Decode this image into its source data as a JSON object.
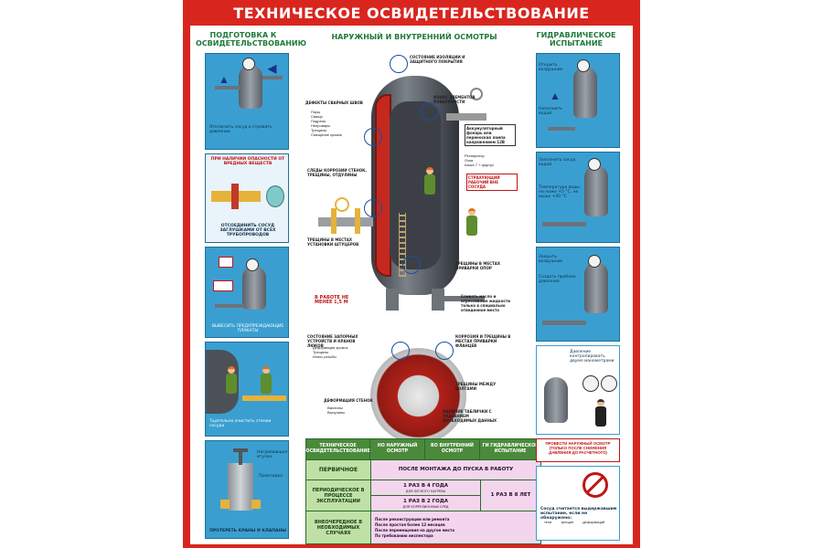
{
  "title": "ТЕХНИЧЕСКОЕ ОСВИДЕТЕЛЬСТВОВАНИЕ",
  "headers": {
    "left": "ПОДГОТОВКА К ОСВИДЕТЕЛЬСТВОВАНИЮ",
    "center": "НАРУЖНЫЙ И ВНУТРЕННИЙ ОСМОТРЫ",
    "right": "ГИДРАВЛИЧЕСКОЕ ИСПЫТАНИЕ"
  },
  "left_panels": {
    "p1": "Отключить сосуд и стравить давление",
    "p2_top": "ПРИ НАЛИЧИИ ОПАСНОСТИ ОТ ВРЕДНЫХ ВЕЩЕСТВ",
    "p2_bottom": "ОТСОЕДИНИТЬ СОСУД ЗАГЛУШКАМИ ОТ ВСЕХ ТРУБОПРОВОДОВ",
    "p3": "ВЫВЕСИТЬ ПРЕДУПРЕЖДАЮЩИЕ ПЛАКАТЫ",
    "p4": "Тщательно очистить стенки сосуда",
    "p5_labels": [
      "Нагревающая втулка",
      "Прокладка"
    ],
    "p5_bottom": "ПРОТЕРЕТЬ КРАНЫ И КЛАПАНЫ"
  },
  "center_callouts": {
    "c1": "СОСТОЯНИЕ ИЗОЛЯЦИИ И ЗАЩИТНОГО ПОКРЫТИЯ",
    "c2": "ИЗНОС ЭЛЕМЕНТОВ ПОВЕРХНОСТИ",
    "c3": "ДЕФЕКТЫ СВАРНЫХ ШВОВ",
    "c3_items": [
      "Поры",
      "Свищи",
      "Подрезы",
      "Непровары",
      "Трещины",
      "Смещение кромок"
    ],
    "c4": "Аккумуляторный фонарь или переносная лампа напряжением 12В",
    "c5_items": [
      "Респиратор",
      "Очки",
      "Каска 7 + фартук"
    ],
    "c6": "СТРАХУЮЩИЙ РАБОЧИЙ ВНЕ СОСУДА",
    "c7": "СЛЕДЫ КОРРОЗИИ СТЕНОК, ТРЕЩИНЫ, ОТДУЛИНЫ",
    "c8": "ТРЕЩИНЫ В МЕСТАХ УСТАНОВКИ ШТУЦЕРОВ",
    "c9": "ТРЕЩИНЫ В МЕСТАХ ПРИВАРКИ ОПОР",
    "c10": "В РАБОТЕ НЕ МЕНЕЕ 1,5 М",
    "c11": "Сливать масло и агрессивные жидкости только в специально отведенное место",
    "c12": "СОСТОЯНИЕ ЗАПОРНЫХ УСТРОЙСТВ И КРАНОВ ЛЮКОВ",
    "c12_items": [
      "Деформация кромок",
      "Трещины",
      "Износ резьбы"
    ],
    "c13": "КОРРОЗИЯ И ТРЕЩИНЫ В МЕСТАХ ПРИВАРКИ ФЛАНЦЕВ",
    "c14": "ТРЕЩИНЫ МЕЖДУ БОЛТАМИ",
    "c15": "ДЕФОРМАЦИЯ СТЕНОК",
    "c15_items": [
      "Вмятины",
      "Выпучины"
    ],
    "c16": "НАЛИЧИЕ ТАБЛИЧКИ С УКАЗАНИЕМ НЕОБХОДИМЫХ ДАННЫХ"
  },
  "table": {
    "headers": [
      "ТЕХНИЧЕСКОЕ ОСВИДЕТЕЛЬСТВОВАНИЕ",
      "НО НАРУЖНЫЙ ОСМОТР",
      "ВО ВНУТРЕННИЙ ОСМОТР",
      "ГИ ГИДРАВЛИЧЕСКОЕ ИСПЫТАНИЕ"
    ],
    "rows": [
      {
        "label": "ПЕРВИЧНОЕ",
        "cells": [
          "ПОСЛЕ МОНТАЖА ДО ПУСКА В РАБОТУ"
        ]
      },
      {
        "label": "ПЕРИОДИЧЕСКОЕ В ПРОЦЕССЕ ЭКСПЛУАТАЦИИ",
        "cells": [
          "1 РАЗ В 4 ГОДА",
          "1 РАЗ В 2 ГОДА",
          "1 РАЗ В 8 ЛЕТ"
        ],
        "notes": [
          "ДЛЯ ЛЕГКОГО НАГРЕВА",
          "ДЛЯ КОРРОЗИОННЫХ СРЕД"
        ]
      },
      {
        "label": "ВНЕОЧЕРЕДНОЕ В НЕОБХОДИМЫХ СЛУЧАЯХ",
        "list": [
          "После реконструкции или ремонта",
          "После простоя более 12 месяцев",
          "После перемещения на другое место",
          "По требованию инспектора"
        ]
      }
    ]
  },
  "right_panels": {
    "r1": [
      "Открыть воздушник",
      "Наполнить водой"
    ],
    "r2": [
      "Заполнить сосуд водой",
      "Температура воды: не ниже +5 °C, не выше +40 °C"
    ],
    "r3": [
      "Закрыть воздушник",
      "Создать пробное давление"
    ],
    "r4": "Давление контролировать двумя манометрами",
    "r5": "ПРОВЕСТИ НАРУЖНЫЙ ОСМОТР (ТОЛЬКО ПОСЛЕ СНИЖЕНИЯ ДАВЛЕНИЯ ДО РАСЧЕТНОГО)",
    "r6": "Сосуд считается выдержавшим испытание, если не обнаружено:",
    "r6_items": [
      "течи",
      "трещин",
      "деформаций"
    ]
  },
  "colors": {
    "frame": "#d8261f",
    "panel": "#3a9fd0",
    "header_text": "#1f7a3a",
    "table_header": "#4a8a3a",
    "table_cell": "#f3d6ee"
  }
}
